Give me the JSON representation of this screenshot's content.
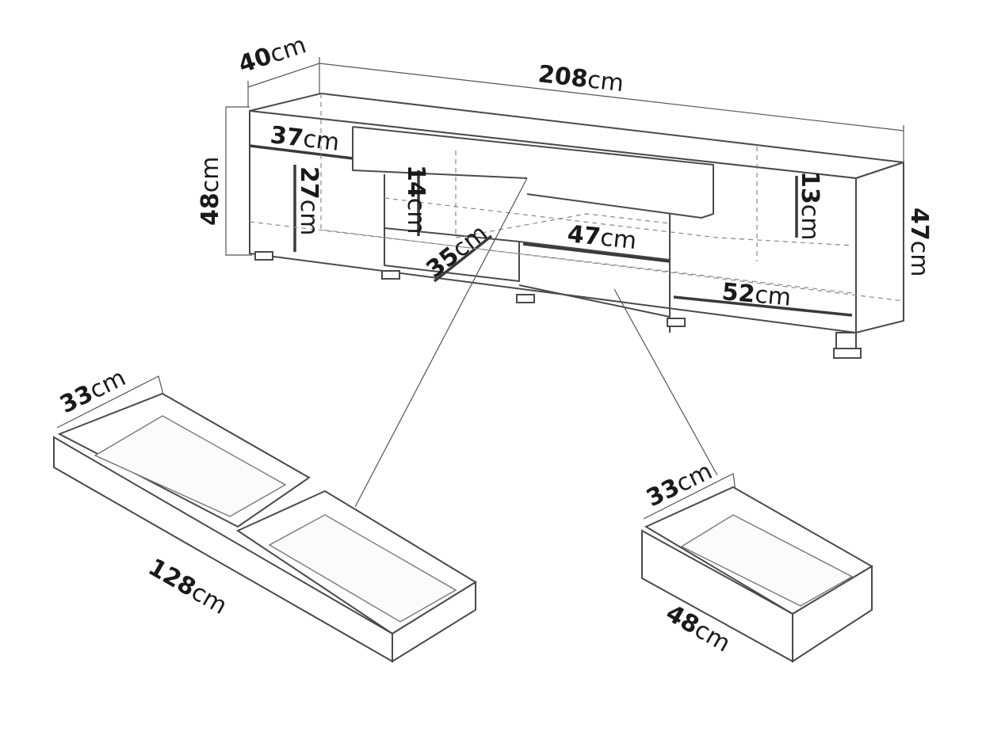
{
  "title": "TV stand dimensions",
  "cabinet": {
    "depth": {
      "num": "40",
      "unit": "cm"
    },
    "width": {
      "num": "208",
      "unit": "cm"
    },
    "top_shelf_width": {
      "num": "37",
      "unit": "cm"
    },
    "height_left": {
      "num": "48",
      "unit": "cm"
    },
    "left_compartment_height": {
      "num": "27",
      "unit": "cm"
    },
    "middle_opening_height": {
      "num": "14",
      "unit": "cm"
    },
    "right_compartment_height": {
      "num": "13",
      "unit": "cm"
    },
    "middle_shelf_width": {
      "num": "47",
      "unit": "cm"
    },
    "height_right": {
      "num": "47",
      "unit": "cm"
    },
    "shelf_depth": {
      "num": "35",
      "unit": "cm"
    },
    "right_shelf_width": {
      "num": "52",
      "unit": "cm"
    }
  },
  "large_drawer": {
    "depth": {
      "num": "33",
      "unit": "cm"
    },
    "width": {
      "num": "128",
      "unit": "cm"
    }
  },
  "small_drawer": {
    "depth": {
      "num": "33",
      "unit": "cm"
    },
    "width": {
      "num": "48",
      "unit": "cm"
    }
  }
}
